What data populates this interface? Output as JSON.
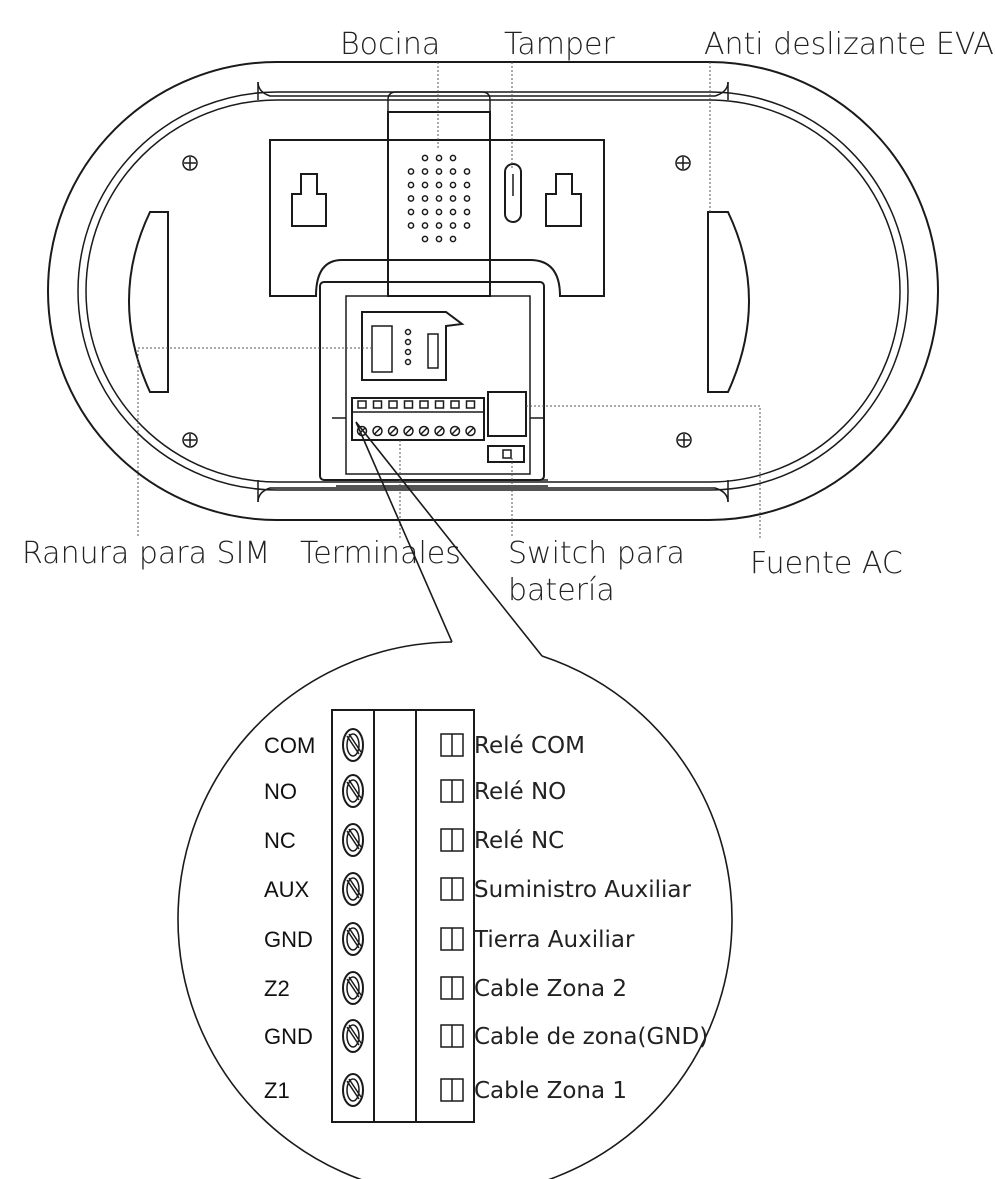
{
  "callouts": {
    "bocina": "Bocina",
    "tamper": "Tamper",
    "anti": "Anti deslizante EVA",
    "sim": "Ranura para SIM",
    "terminales": "Terminales",
    "switch_line1": "Switch para",
    "switch_line2": "batería",
    "fuente": "Fuente AC"
  },
  "terminals": [
    {
      "code": "COM",
      "description": "Relé COM"
    },
    {
      "code": "NO",
      "description": "Relé NO"
    },
    {
      "code": "NC",
      "description": "Relé NC"
    },
    {
      "code": "AUX",
      "description": "Suministro Auxiliar"
    },
    {
      "code": "GND",
      "description": "Tierra Auxiliar"
    },
    {
      "code": "Z2",
      "description": "Cable Zona 2"
    },
    {
      "code": "GND",
      "description": "Cable de zona(GND)"
    },
    {
      "code": "Z1",
      "description": "Cable Zona 1"
    }
  ],
  "colors": {
    "line": "#1a1a1a",
    "leader": "#555555",
    "background": "#ffffff"
  }
}
